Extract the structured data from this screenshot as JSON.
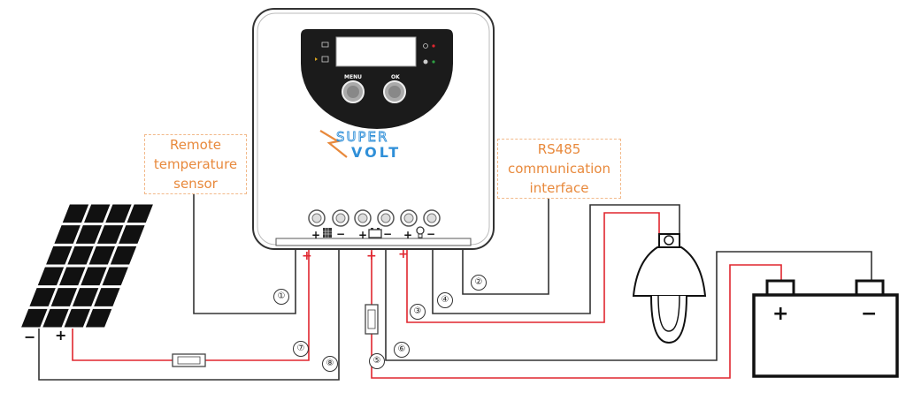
{
  "callouts": {
    "sensor": [
      "Remote",
      "temperature",
      "sensor"
    ],
    "rs485": [
      "RS485",
      "communication",
      "interface"
    ]
  },
  "brand": {
    "line1": "SUPER",
    "line2": "VOLT"
  },
  "controller": {
    "menu_label": "MENU",
    "ok_label": "OK"
  },
  "wire_numbers": [
    "①",
    "②",
    "③",
    "④",
    "⑤",
    "⑥",
    "⑦",
    "⑧"
  ],
  "polarity": {
    "plus": "+",
    "minus": "−"
  },
  "colors": {
    "positive_wire": "#e0262f",
    "negative_wire": "#333333",
    "accent": "#e8893c",
    "brand_blue": "#2f8fd8"
  }
}
